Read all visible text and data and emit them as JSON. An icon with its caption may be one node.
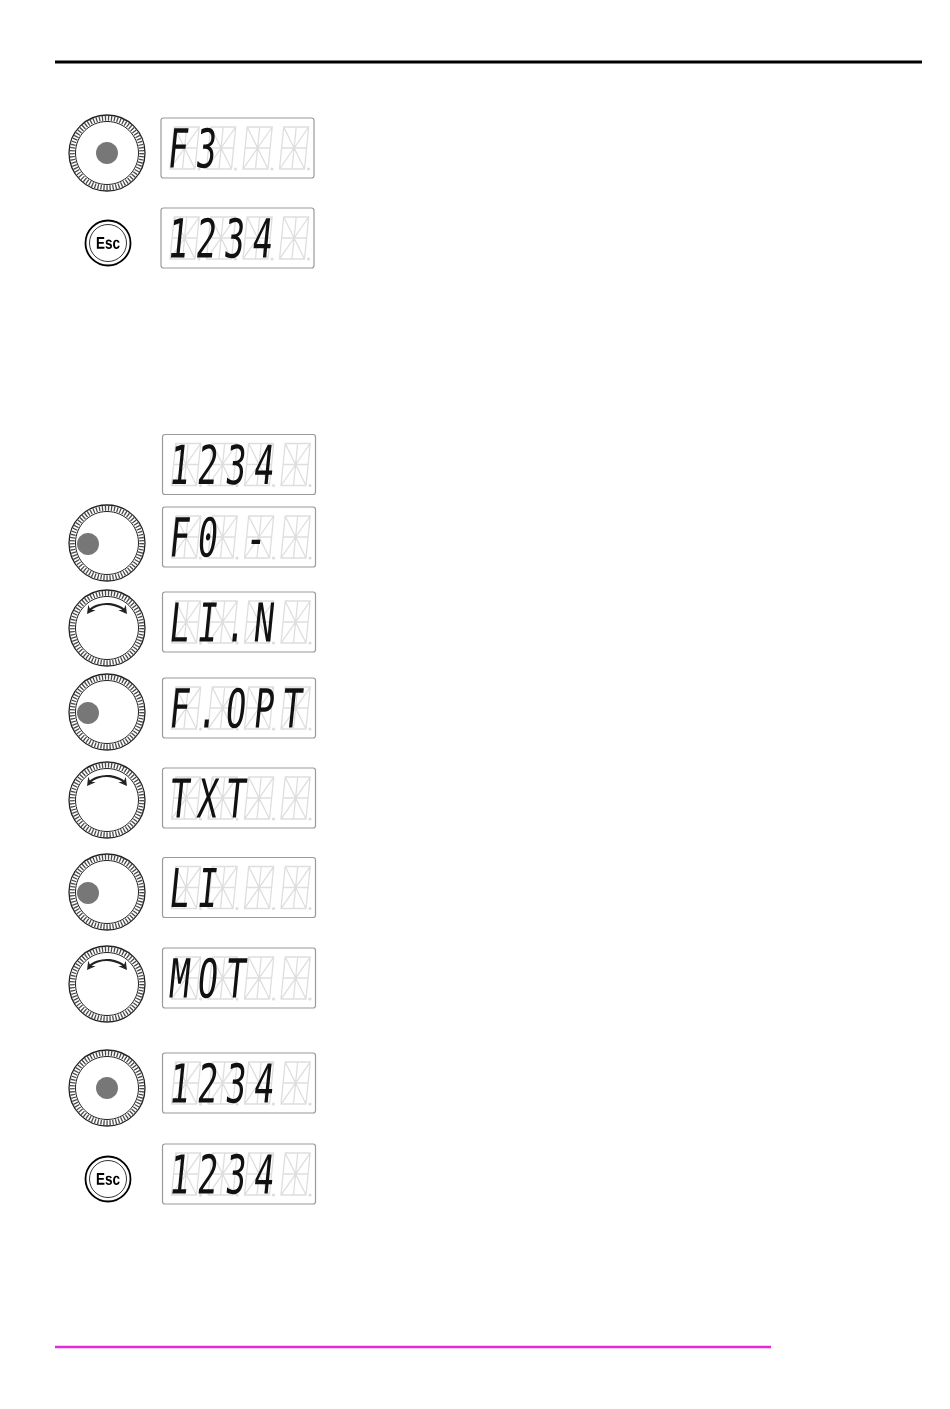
{
  "diagram": {
    "nodes": [
      {
        "text": [
          "F3"
        ]
      },
      {
        "text": [
          "Esc"
        ]
      },
      {
        "text": [
          "1234"
        ]
      },
      {
        "text": [
          "1234"
        ]
      },
      {
        "text": [
          "F0 -"
        ]
      },
      {
        "text": [
          "LI.N"
        ]
      },
      {
        "text": [
          "F.OPT"
        ]
      },
      {
        "text": [
          "TXT"
        ]
      },
      {
        "text": [
          "LI"
        ]
      },
      {
        "text": [
          "MOT"
        ]
      },
      {
        "text": [
          "1234"
        ]
      },
      {
        "text": [
          "Esc"
        ]
      },
      {
        "text": [
          "1234"
        ]
      }
    ]
  }
}
